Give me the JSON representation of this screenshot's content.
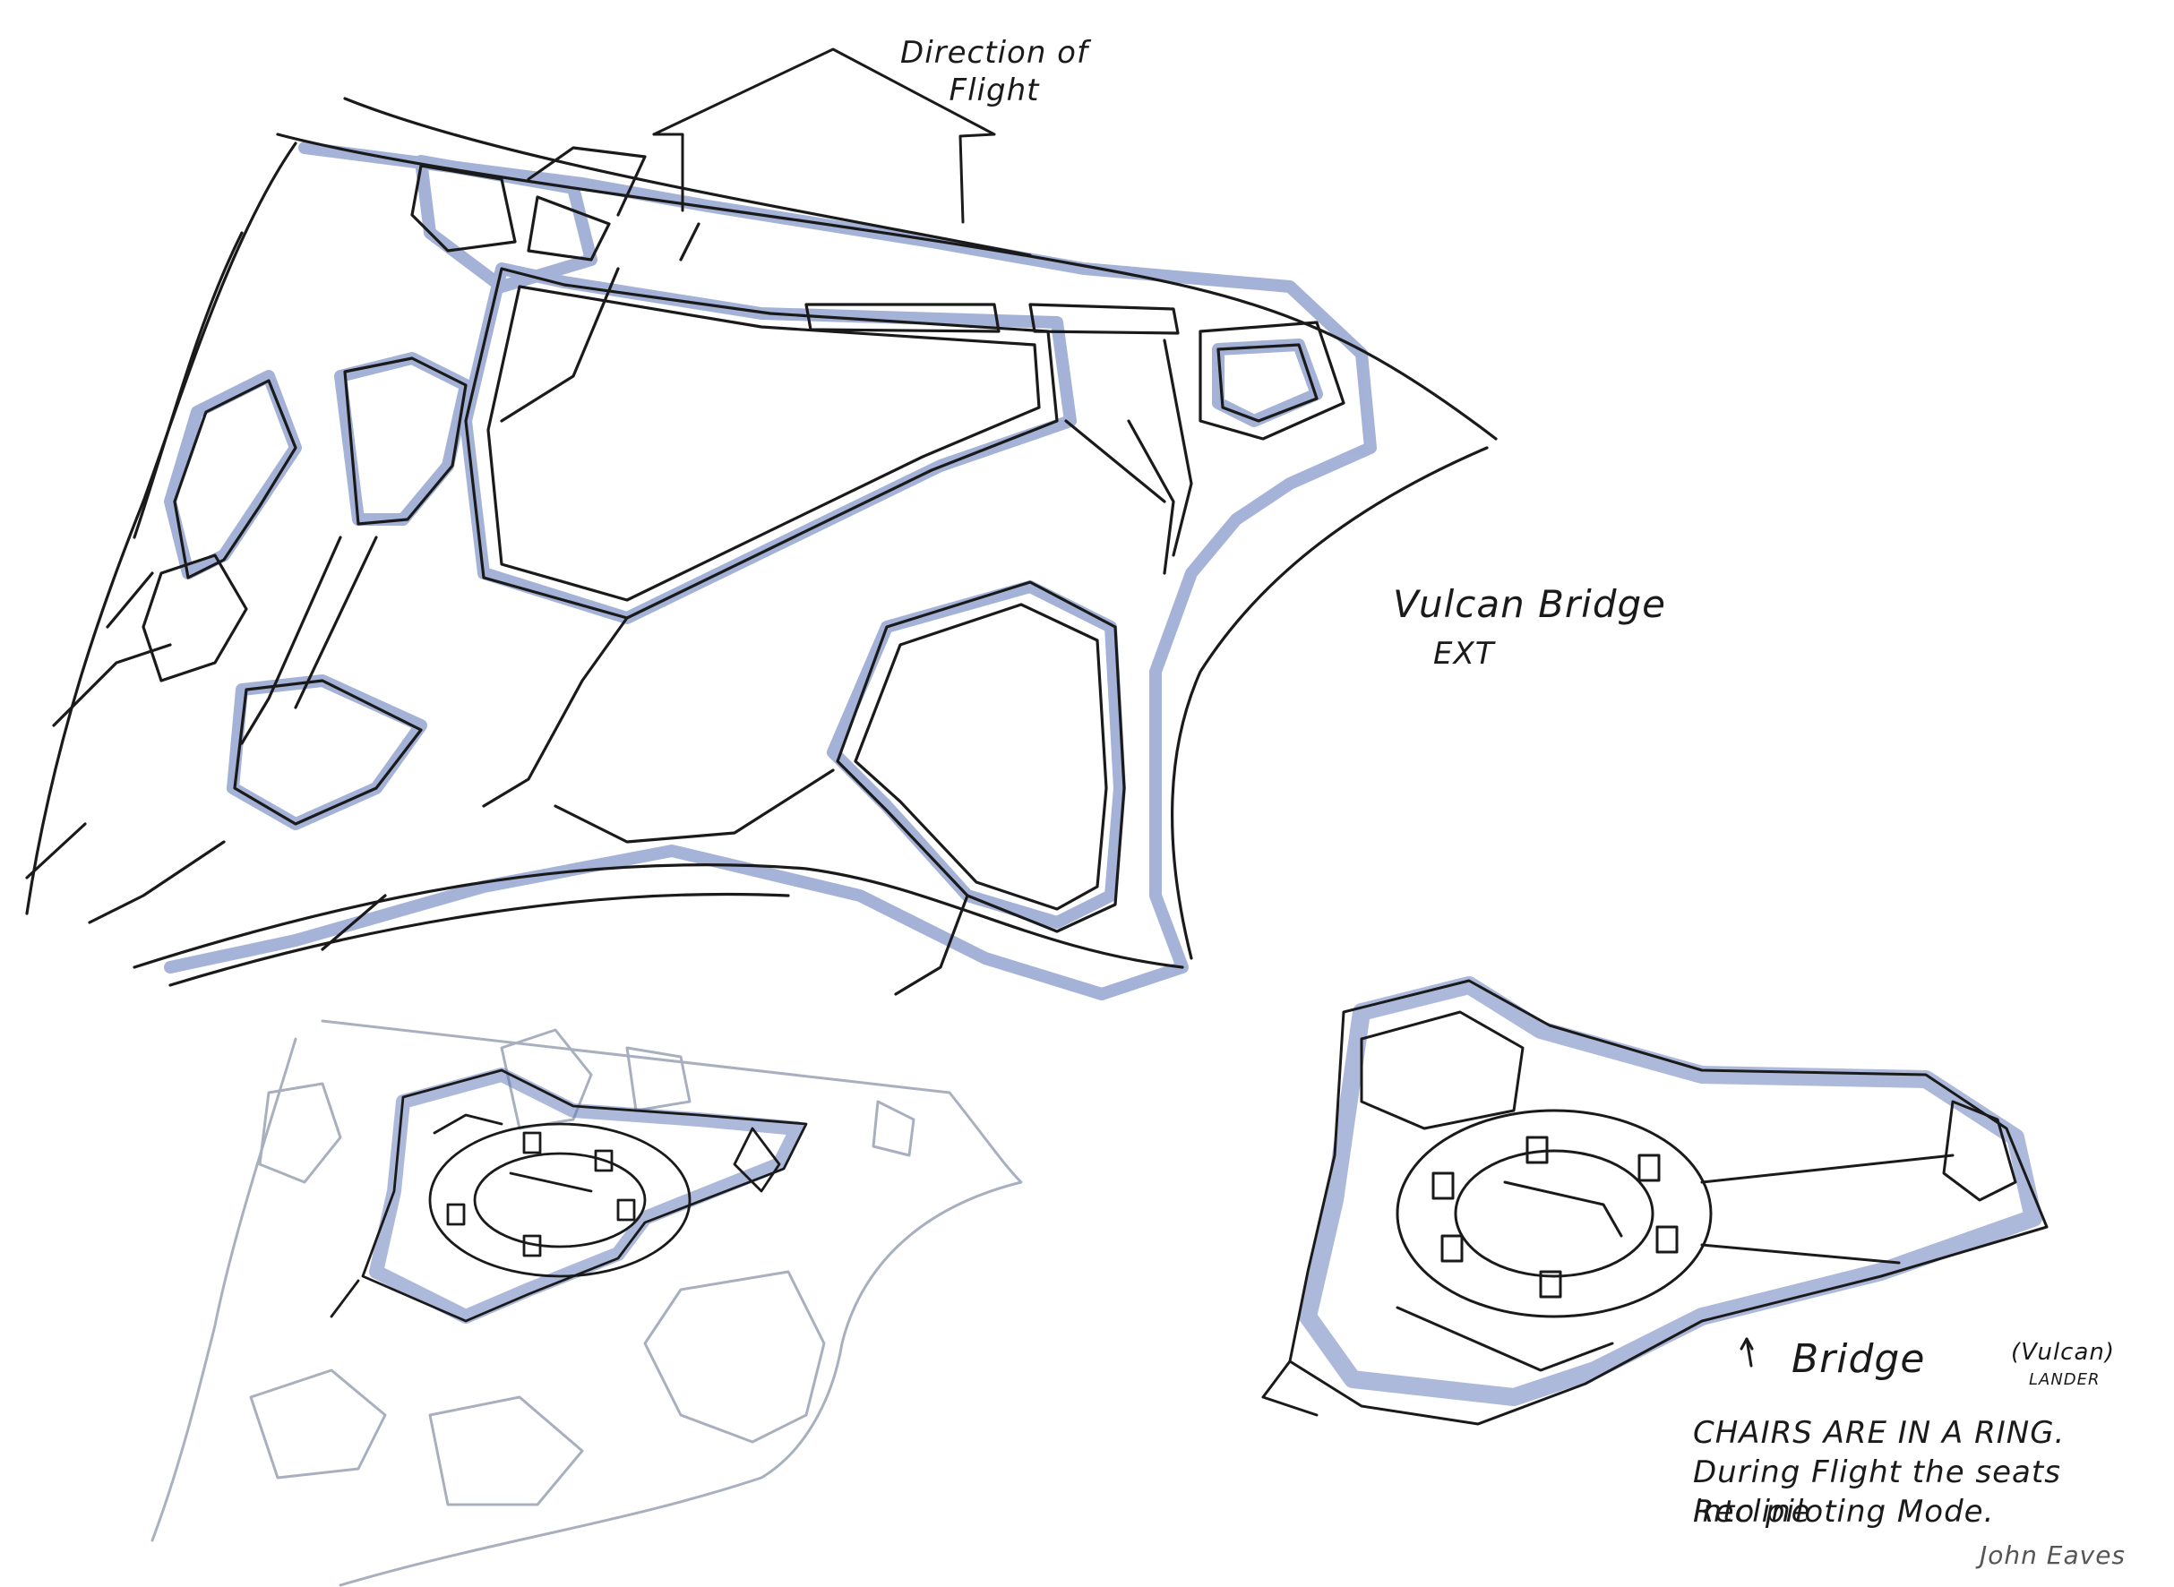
{
  "direction_label": "Direction of Flight",
  "title": "Vulcan Bridge",
  "subtitle": "EXT",
  "bridge_label": "Bridge",
  "bridge_paren": "(Vulcan)",
  "lander_label": "LANDER",
  "description": [
    "CHAIRS ARE IN A RING.",
    "During Flight the seats Recline",
    "into piloting Mode."
  ],
  "signature": "John Eaves",
  "colors": {
    "ink": "#1a1a1a",
    "marker": "#5b74b8",
    "paper": "#ffffff"
  }
}
